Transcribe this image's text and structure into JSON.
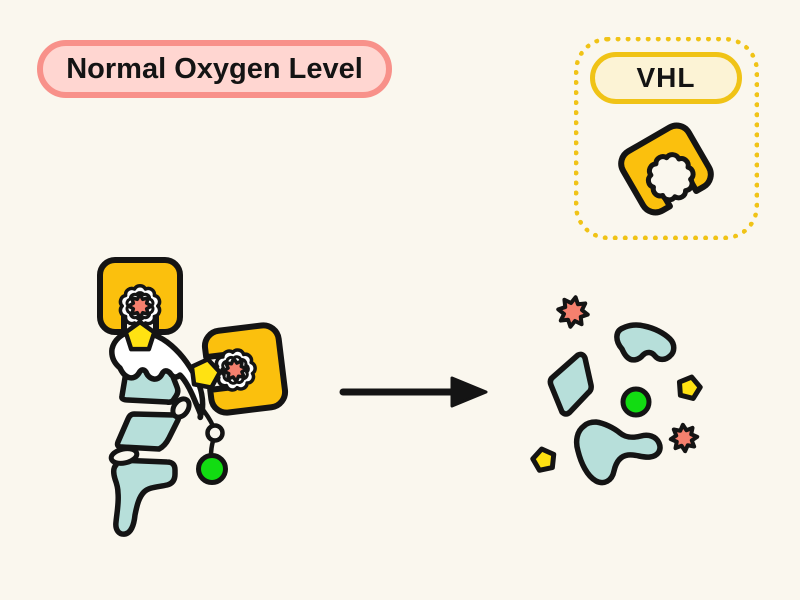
{
  "title": {
    "label": "Normal Oxygen Level"
  },
  "legend": {
    "label": "VHL"
  },
  "parts": {
    "legend_icon": "vhl-clamp-icon",
    "complex": "hif-vhl-complex",
    "star_icon": "hydroxyl-star-icon",
    "pentagon_icon": "linker-pentagon-icon",
    "ubiquitin_icon": "ubiquitin-circle-icon",
    "protein": "hif-alpha-protein",
    "arrow": "degradation-arrow",
    "fragments": "degraded-fragments"
  },
  "colors": {
    "bg": "#FAF7EE",
    "ink": "#141414",
    "gold": "#FBC00D",
    "lemon": "#FFE212",
    "teal": "#B7DFDA",
    "salmon": "#F5806E",
    "green": "#12DC12",
    "white": "#FFFFFF",
    "titleFill": "#FFD6D1",
    "titleBorder": "#F8918A",
    "legendBorder": "#F0C316",
    "legendPillFill": "#FCF3D5"
  }
}
